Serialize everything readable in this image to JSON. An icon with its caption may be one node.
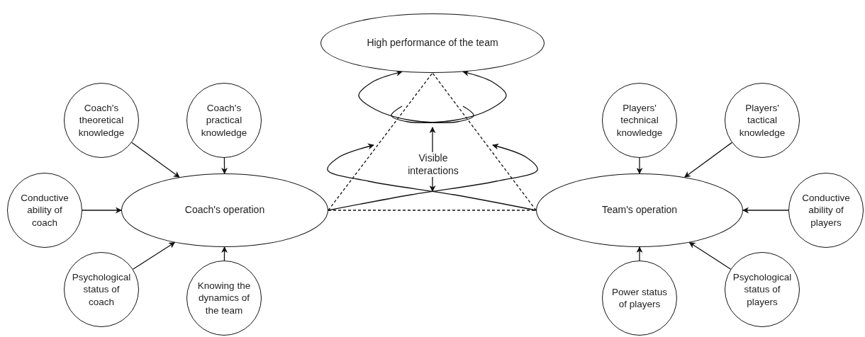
{
  "diagram": {
    "nodes": [
      {
        "text": [
          "High performance of the team"
        ]
      },
      {
        "text": [
          "Coach's theoretical knowledge"
        ]
      },
      {
        "text": [
          "Coach's practical knowledge"
        ]
      },
      {
        "text": [
          "Players' technical knowledge"
        ]
      },
      {
        "text": [
          "Players' tactical knowledge"
        ]
      },
      {
        "text": [
          "Conductive ability of coach"
        ]
      },
      {
        "text": [
          "Coach's operation"
        ]
      },
      {
        "text": [
          "Team's operation"
        ]
      },
      {
        "text": [
          "Conductive ability of players"
        ]
      },
      {
        "text": [
          "Psychological status of coach"
        ]
      },
      {
        "text": [
          "Knowing the dynamics of the team"
        ]
      },
      {
        "text": [
          "Power status of players"
        ]
      },
      {
        "text": [
          "Psychological status of players"
        ]
      }
    ],
    "edges": [
      {
        "from": 1,
        "to": 6,
        "arrow": "to"
      },
      {
        "from": 2,
        "to": 6,
        "arrow": "to"
      },
      {
        "from": 5,
        "to": 6,
        "arrow": "to"
      },
      {
        "from": 9,
        "to": 6,
        "arrow": "to"
      },
      {
        "from": 10,
        "to": 6,
        "arrow": "to"
      },
      {
        "from": 3,
        "to": 7,
        "arrow": "to"
      },
      {
        "from": 4,
        "to": 7,
        "arrow": "to"
      },
      {
        "from": 8,
        "to": 7,
        "arrow": "to"
      },
      {
        "from": 11,
        "to": 7,
        "arrow": "to"
      },
      {
        "from": 12,
        "to": 7,
        "arrow": "to"
      },
      {
        "from": 6,
        "to": 0,
        "arrow": "none",
        "style": "dashed"
      },
      {
        "from": 7,
        "to": 0,
        "arrow": "none",
        "style": "dashed"
      },
      {
        "from": 6,
        "to": 7,
        "arrow": "none",
        "style": "dashed"
      },
      {
        "from": 7,
        "to": null,
        "arrow": "to"
      },
      {
        "from": 6,
        "to": null,
        "arrow": "to"
      },
      {
        "from": null,
        "to": 0,
        "arrow": "to"
      },
      {
        "from": null,
        "to": 0,
        "arrow": "to"
      }
    ],
    "labels": [
      "Visible interactions"
    ]
  }
}
